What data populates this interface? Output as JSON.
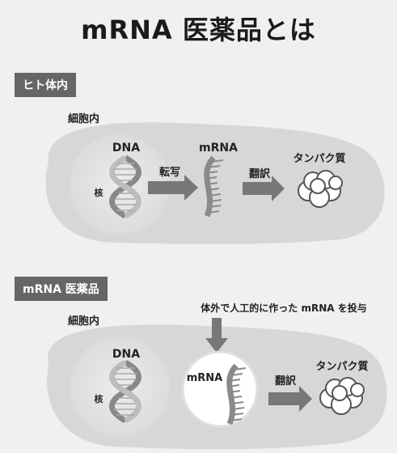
{
  "title": "mRNA 医薬品とは",
  "section1": {
    "label": "ヒト体内",
    "cell_label": "細胞内",
    "dna_label": "DNA",
    "nucleus_label": "核",
    "transcription_label": "転写",
    "mrna_label": "mRNA",
    "translation_label": "翻訳",
    "protein_label": "タンパク質"
  },
  "section2": {
    "label": "mRNA 医薬品",
    "cell_label": "細胞内",
    "injection_note": "体外で人工的に作った mRNA を投与",
    "dna_label": "DNA",
    "nucleus_label": "核",
    "mrna_label": "mRNA",
    "translation_label": "翻訳",
    "protein_label": "タンパク質"
  },
  "colors": {
    "background": "#f0f0f0",
    "cell_fill": "#d7d7d7",
    "nucleus_fill": "#e3e3e3",
    "label_bg": "#666666",
    "arrow": "#777777",
    "strand": "#888888"
  }
}
